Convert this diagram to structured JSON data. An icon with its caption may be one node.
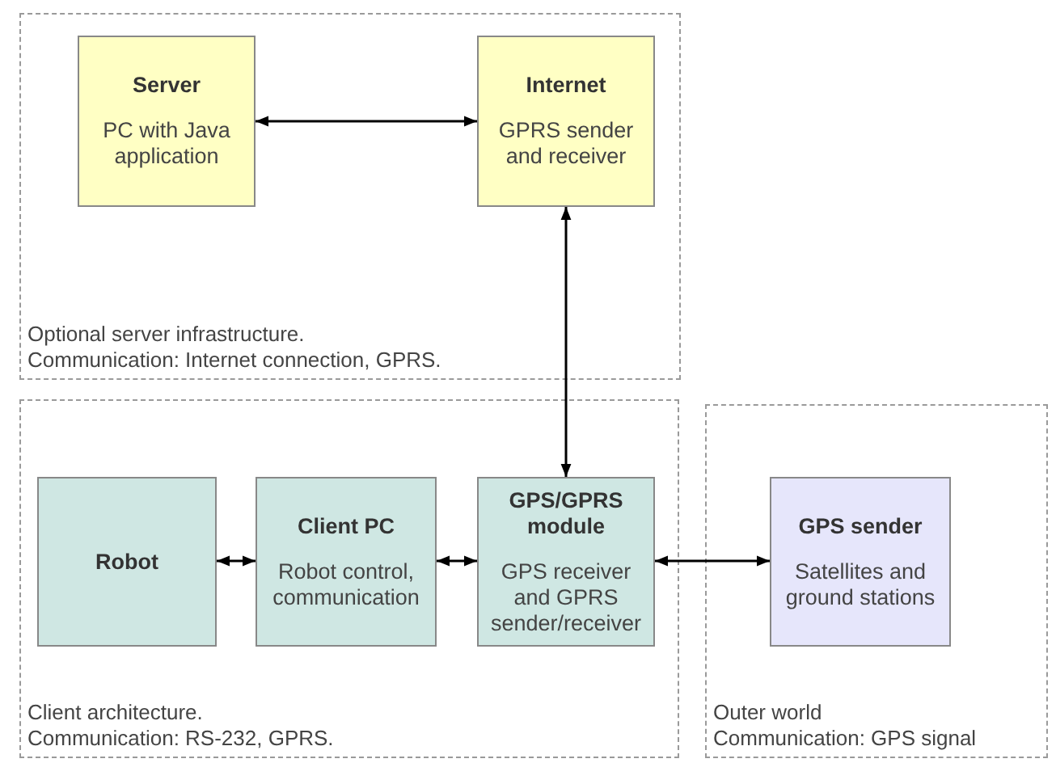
{
  "diagram": {
    "nodes": [
      {
        "text": [
          "Optional server infrastructure.",
          "Communication: Internet connection, GPRS."
        ]
      },
      {
        "text": [
          "Server",
          "PC with Java application"
        ],
        "in": 0
      },
      {
        "text": [
          "Internet",
          "GPRS sender and receiver"
        ],
        "in": 0
      },
      {
        "text": [
          "Client architecture.",
          "Communication: RS-232, GPRS."
        ]
      },
      {
        "text": [
          "Robot"
        ],
        "in": 3
      },
      {
        "text": [
          "Client PC",
          "Robot control, communication"
        ],
        "in": 3
      },
      {
        "text": [
          "GPS/GPRS module",
          "GPS receiver and GPRS sender/receiver"
        ],
        "in": 3
      },
      {
        "text": [
          "Outer world",
          "Communication: GPS signal"
        ]
      },
      {
        "text": [
          "GPS sender",
          "Satellites and ground stations"
        ],
        "in": 7
      }
    ],
    "edges": [
      {
        "from": 1,
        "to": 2,
        "arrow": "both"
      },
      {
        "from": 2,
        "to": 6,
        "arrow": "both"
      },
      {
        "from": 4,
        "to": 5,
        "arrow": "both"
      },
      {
        "from": 5,
        "to": 6,
        "arrow": "both"
      },
      {
        "from": 6,
        "to": 8,
        "arrow": "both"
      }
    ]
  }
}
